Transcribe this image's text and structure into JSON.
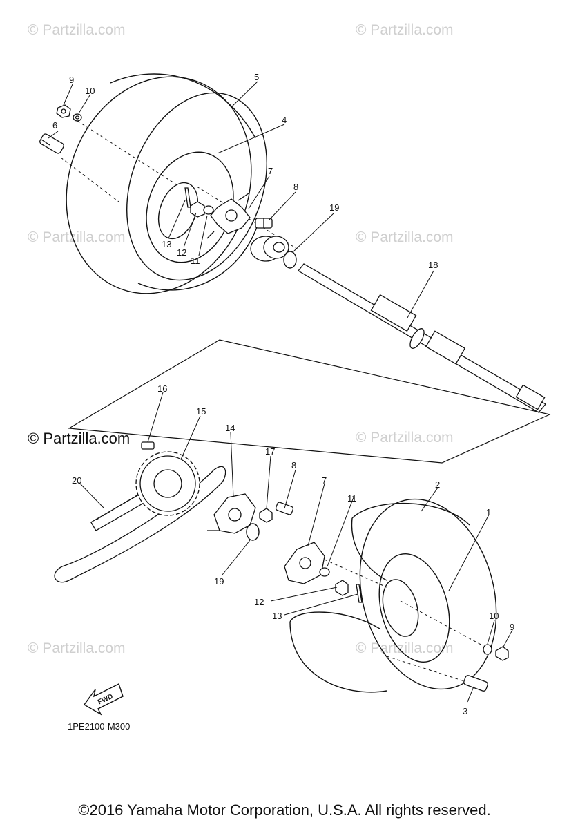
{
  "watermarks": {
    "text": "© Partzilla.com",
    "prominent": "© Partzilla.com"
  },
  "callouts": {
    "n1": "1",
    "n2": "2",
    "n3": "3",
    "n4": "4",
    "n5": "5",
    "n6": "6",
    "n7a": "7",
    "n7b": "7",
    "n8a": "8",
    "n8b": "8",
    "n9a": "9",
    "n9b": "9",
    "n10a": "10",
    "n10b": "10",
    "n11a": "11",
    "n11b": "11",
    "n12a": "12",
    "n12b": "12",
    "n13a": "13",
    "n13b": "13",
    "n14": "14",
    "n15": "15",
    "n16": "16",
    "n17": "17",
    "n18": "18",
    "n19a": "19",
    "n19b": "19",
    "n20": "20"
  },
  "fwd_label": "FWD",
  "diagram_code": "1PE2100-M300",
  "copyright": "©2016  Yamaha Motor Corporation, U.S.A. All rights reserved."
}
